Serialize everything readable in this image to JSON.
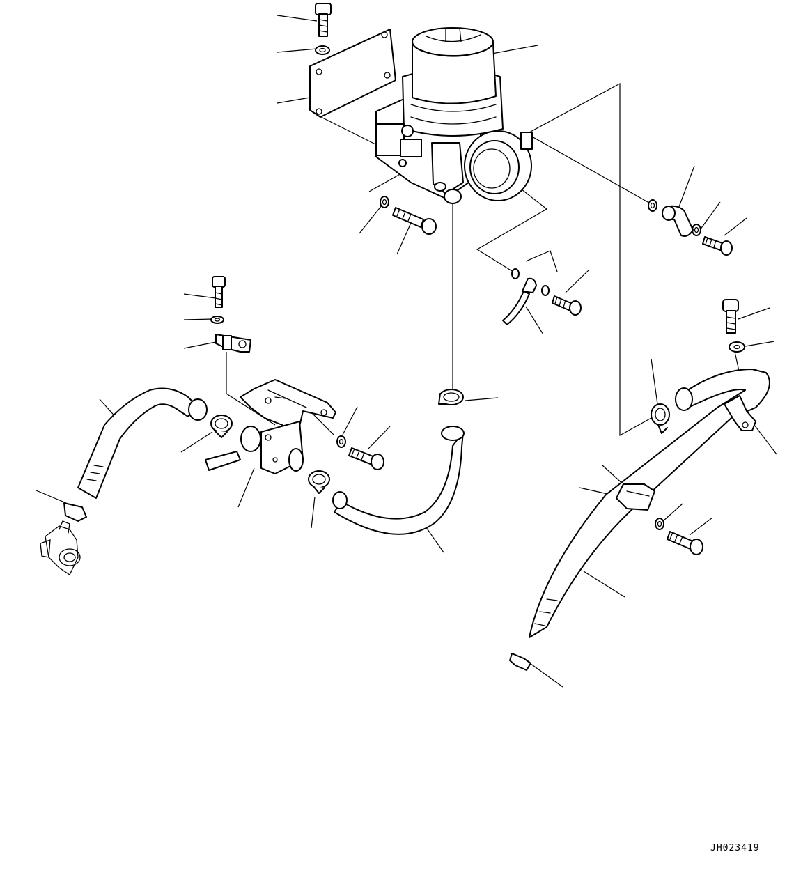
{
  "drawing_id": "JH023419",
  "colors": {
    "line": "#000000",
    "background": "#ffffff"
  },
  "parts": [
    "air-cleaner-assembly",
    "mounting-bracket",
    "bracket-bolt",
    "bracket-washer",
    "mount-bolt",
    "mount-washer",
    "elbow-fitting",
    "banjo-bolt",
    "fitting-washer",
    "breather-tube",
    "small-bolt",
    "small-washer",
    "sensor",
    "vacuum-switch",
    "air-hose-left",
    "hose-clamp",
    "intake-hose-center",
    "intake-pipe-right",
    "pipe-clamp",
    "band-clip",
    "connector",
    "valve-assembly"
  ]
}
